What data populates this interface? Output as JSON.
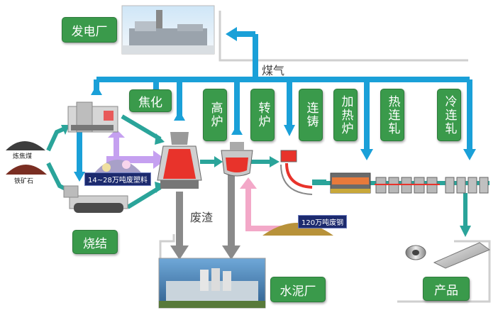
{
  "labels": {
    "power_plant": "发电厂",
    "coking": "焦化",
    "blast_furnace": "高炉",
    "converter": "转炉",
    "continuous_casting": "连铸",
    "heating_furnace": "加热炉",
    "hot_rolling": "热连轧",
    "cold_rolling": "冷连轧",
    "sintering": "烧结",
    "cement_plant": "水泥厂",
    "products": "产品",
    "gas": "煤气",
    "slag": "废渣",
    "coking_coal": "炼焦煤",
    "iron_ore": "铁矿石",
    "waste_plastic": "14~28万吨废塑料",
    "scrap_steel": "120万吨废钢"
  },
  "colors": {
    "flow": "#1aa0d8",
    "green": "#3a9a4b",
    "teal_arrow": "#2aa49a",
    "gray_arrow": "#8a8a8a",
    "purple_arrow": "#c5a0f0",
    "pink_arrow": "#f3a8c8"
  }
}
